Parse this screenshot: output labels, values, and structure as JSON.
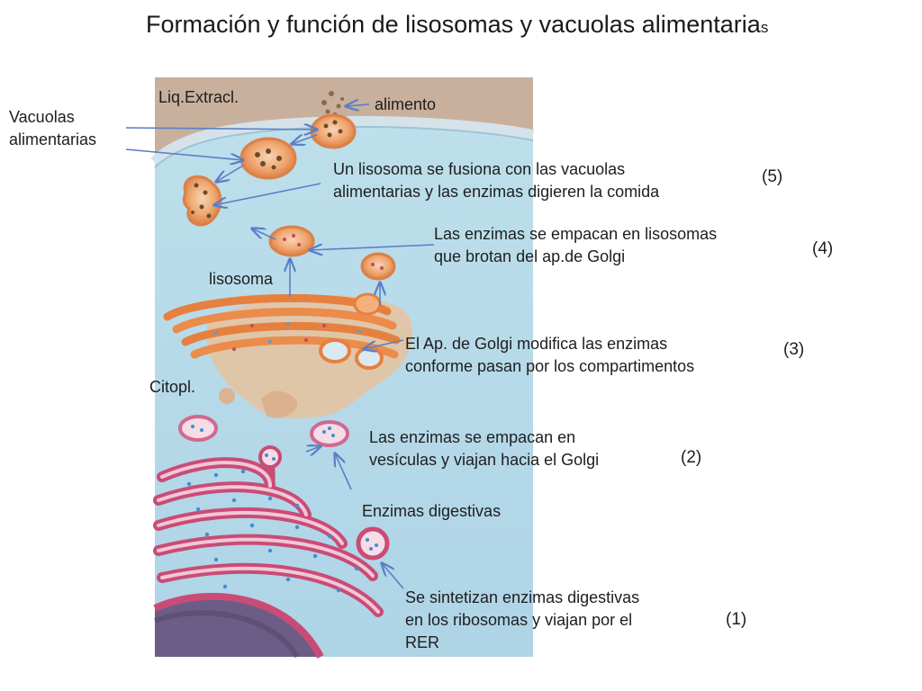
{
  "title": {
    "main": "Formación y función de lisosomas y vacuolas alimentaria",
    "suffix": "s"
  },
  "labels": {
    "liq_extracl": "Liq.Extracl.",
    "alimento": "alimento",
    "vacuolas": [
      "Vacuolas",
      "alimentarias"
    ],
    "lisosoma": "lisosoma",
    "citopl": "Citopl.",
    "enzimas_digestivas": "Enzimas digestivas"
  },
  "steps": [
    {
      "number": "(5)",
      "lines": [
        "Un lisosoma se fusiona con las vacuolas",
        "alimentarias y las enzimas digieren la comida"
      ]
    },
    {
      "number": "(4)",
      "lines": [
        "Las enzimas se empacan en lisosomas",
        "que brotan del ap.de Golgi"
      ]
    },
    {
      "number": "(3)",
      "lines": [
        "El Ap. de Golgi modifica las enzimas",
        "conforme pasan por los compartimentos"
      ]
    },
    {
      "number": "(2)",
      "lines": [
        "Las enzimas se empacan en",
        "vesículas y viajan hacia el Golgi"
      ]
    },
    {
      "number": "(1)",
      "lines": [
        "Se sintetizan  enzimas digestivas",
        "en los ribosomas  y viajan por el",
        "RER"
      ]
    }
  ],
  "colors": {
    "cytoplasm": "#b9dcea",
    "membrane": "#c9d7df",
    "extracellular": "#c8b09c",
    "vesicle": "#e98e4f",
    "rer": "#c94c76",
    "nucleus": "#6c5d86",
    "arrow": "#5a7fc6"
  }
}
